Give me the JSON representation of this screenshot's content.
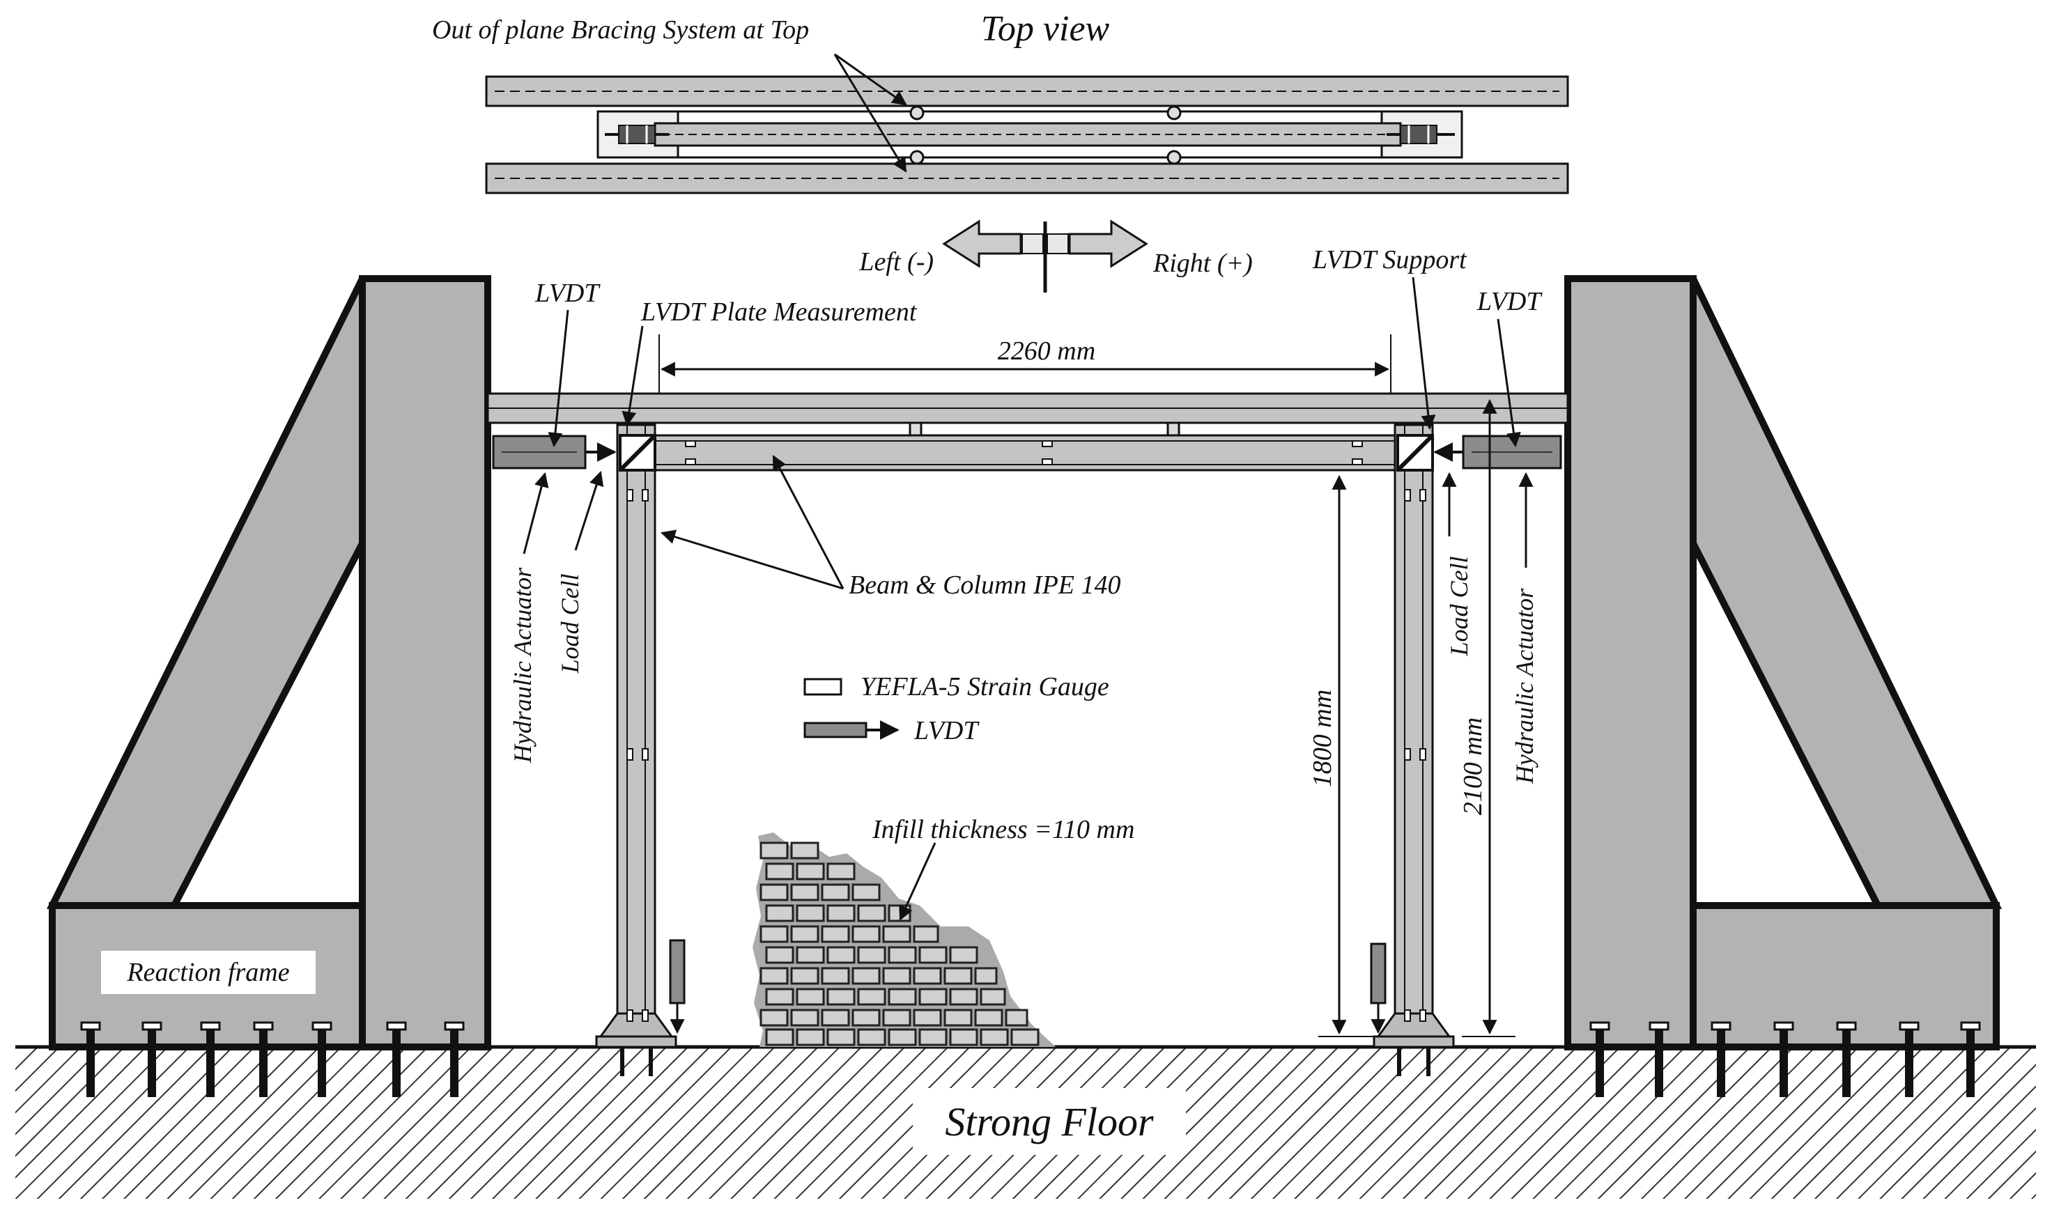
{
  "labels": {
    "top_view": "Top view",
    "bracing": "Out of plane Bracing System at Top",
    "left": "Left (-)",
    "right": "Right (+)",
    "lvdt_left": "LVDT",
    "lvdt_right": "LVDT",
    "lvdt_plate": "LVDT Plate Measurement",
    "lvdt_support": "LVDT Support",
    "span": "2260 mm",
    "beam_column": "Beam & Column IPE 140",
    "hydraulic_left": "Hydraulic Actuator",
    "load_cell_left": "Load Cell",
    "hydraulic_right": "Hydraulic Actuator",
    "load_cell_right": "Load Cell",
    "height_1800": "1800 mm",
    "height_2100": "2100 mm",
    "infill": "Infill thickness =110 mm",
    "reaction_frame": "Reaction frame",
    "strong_floor": "Strong Floor"
  },
  "legend": {
    "strain_gauge": "YEFLA-5 Strain Gauge",
    "lvdt": "LVDT"
  },
  "colors": {
    "steel_fill": "#c4c4c4",
    "actuator_fill": "#8c8c8c",
    "outline": "#111111",
    "background": "#ffffff"
  }
}
